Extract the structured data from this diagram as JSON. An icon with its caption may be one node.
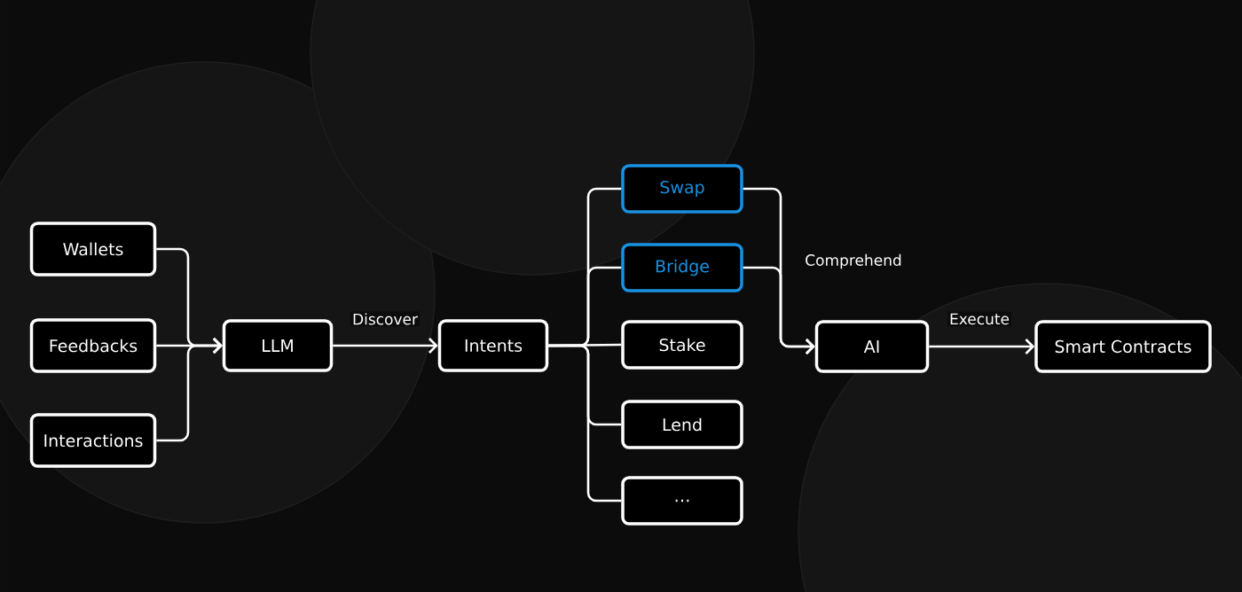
{
  "diagram": {
    "nodes": [
      {
        "text": [
          "Wallets"
        ]
      },
      {
        "text": [
          "Feedbacks"
        ]
      },
      {
        "text": [
          "Interactions"
        ]
      },
      {
        "text": [
          "LLM"
        ]
      },
      {
        "text": [
          "Intents"
        ]
      },
      {
        "text": [
          "Swap"
        ]
      },
      {
        "text": [
          "Bridge"
        ]
      },
      {
        "text": [
          "Stake"
        ]
      },
      {
        "text": [
          "Lend"
        ]
      },
      {
        "text": [
          "…"
        ]
      },
      {
        "text": [
          "AI"
        ]
      },
      {
        "text": [
          "Smart Contracts"
        ]
      }
    ],
    "edges": [
      {
        "from": 0,
        "to": 3,
        "arrow": "to"
      },
      {
        "from": 1,
        "to": 3,
        "arrow": "to"
      },
      {
        "from": 2,
        "to": 3,
        "arrow": "to"
      },
      {
        "from": 3,
        "to": 4,
        "arrow": "to",
        "label": "Discover"
      },
      {
        "from": 4,
        "to": 5,
        "arrow": "none"
      },
      {
        "from": 4,
        "to": 6,
        "arrow": "none"
      },
      {
        "from": 4,
        "to": 7,
        "arrow": "none"
      },
      {
        "from": 4,
        "to": 8,
        "arrow": "none"
      },
      {
        "from": 4,
        "to": 9,
        "arrow": "none"
      },
      {
        "from": 5,
        "to": 10,
        "arrow": "to",
        "label": "Comprehend"
      },
      {
        "from": 6,
        "to": 10,
        "arrow": "to"
      },
      {
        "from": 10,
        "to": 11,
        "arrow": "to",
        "label": "Execute"
      }
    ]
  }
}
